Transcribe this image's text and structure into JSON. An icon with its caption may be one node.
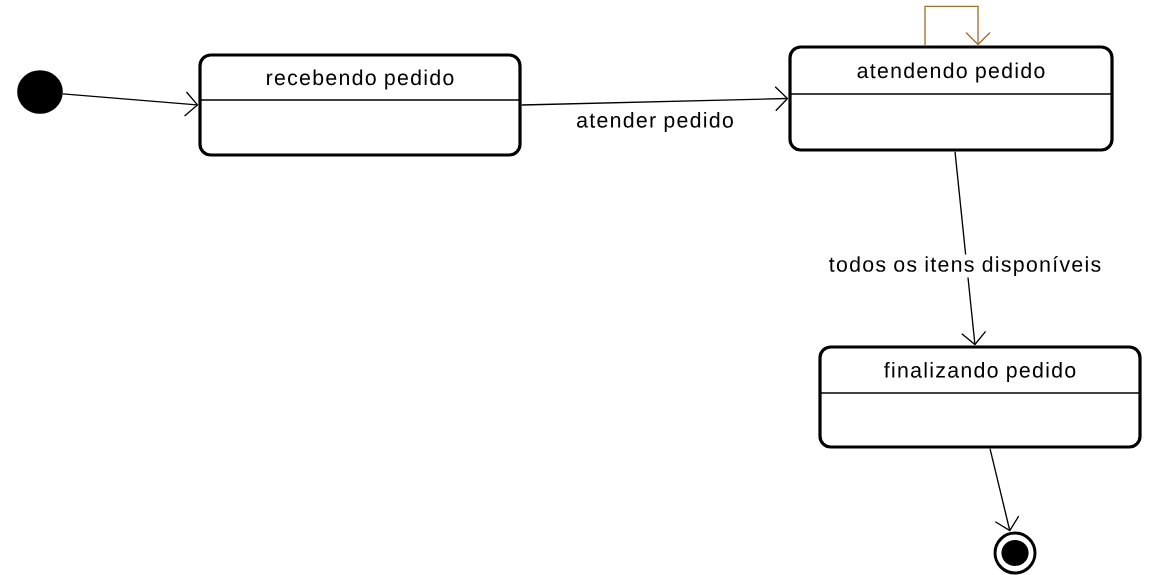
{
  "diagram": {
    "nodes": [
      {
        "text": [],
        "shape": "circle"
      },
      {
        "text": [
          "recebendo pedido"
        ]
      },
      {
        "text": [
          "atendendo pedido"
        ]
      },
      {
        "text": [
          "finalizando pedido"
        ]
      },
      {
        "text": [],
        "shape": "bullseye"
      }
    ],
    "edges": [
      {
        "from": 0,
        "to": 1,
        "arrow": "to"
      },
      {
        "from": 1,
        "to": 2,
        "arrow": "to",
        "label": "atender pedido"
      },
      {
        "from": 2,
        "to": 2,
        "arrow": "to",
        "color": "#a0702e"
      },
      {
        "from": 2,
        "to": 3,
        "arrow": "to",
        "label": "todos os itens disponíveis"
      },
      {
        "from": 3,
        "to": 4,
        "arrow": "to"
      }
    ]
  }
}
